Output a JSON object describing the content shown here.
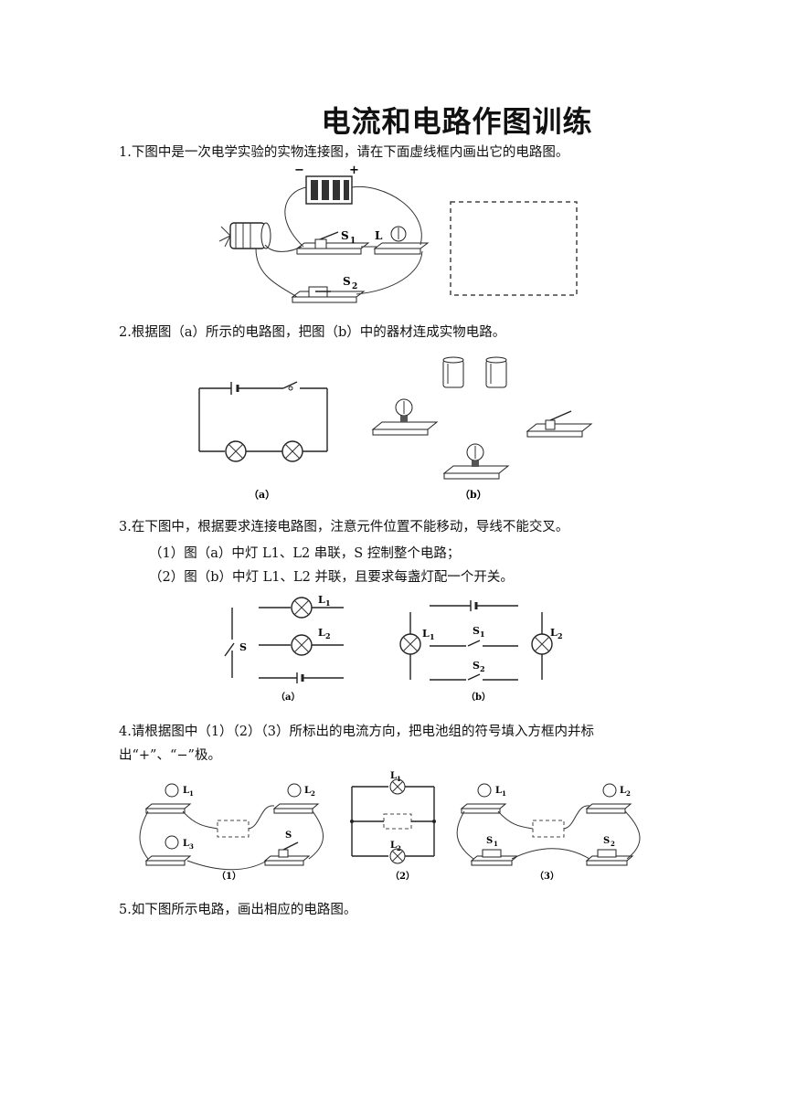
{
  "title": "电流和电路作图训练",
  "q1": {
    "text": "1.下图中是一次电学实验的实物连接图，请在下面虚线框内画出它的电路图。",
    "labels": {
      "minus": "−",
      "plus": "+",
      "s1": "S",
      "s1sub": "1",
      "l": "L",
      "s2": "S",
      "s2sub": "2"
    }
  },
  "q2": {
    "text": "2.根据图（a）所示的电路图，把图（b）中的器材连成实物电路。",
    "cap_a": "（a）",
    "cap_b": "（b）"
  },
  "q3": {
    "text": "3.在下图中，根据要求连接电路图，注意元件位置不能移动，导线不能交叉。",
    "sub1": "（1）图（a）中灯 L1、L2 串联，S 控制整个电路；",
    "sub2": "（2）图（b）中灯 L1、L2 并联，且要求每盏灯配一个开关。",
    "labels": {
      "l1": "L",
      "l1sub": "1",
      "l2": "L",
      "l2sub": "2",
      "s": "S",
      "s1": "S",
      "s1sub": "1",
      "s2": "S",
      "s2sub": "2"
    },
    "cap_a": "（a）",
    "cap_b": "（b）"
  },
  "q4": {
    "text": "4.请根据图中（1）（2）（3）所标出的电流方向，把电池组的符号填入方框内并标出“+”、“−”极。",
    "labels": {
      "l1": "L",
      "l1sub": "1",
      "l2": "L",
      "l2sub": "2",
      "l3": "L",
      "l3sub": "3",
      "s": "S",
      "s1": "S",
      "s1sub": "1",
      "s2": "S",
      "s2sub": "2"
    },
    "cap1": "（1）",
    "cap2": "（2）",
    "cap3": "（3）"
  },
  "q5": {
    "text": "5.如下图所示电路，画出相应的电路图。"
  }
}
